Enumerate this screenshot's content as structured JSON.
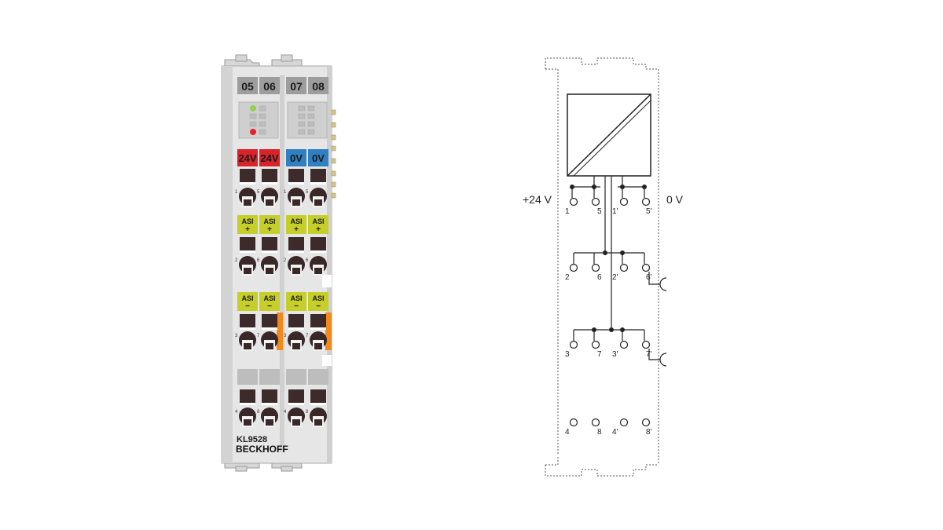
{
  "device": {
    "model": "KL9528",
    "brand": "BECKHOFF",
    "channel_numbers": [
      "05",
      "06",
      "07",
      "08"
    ],
    "power_labels": [
      "24V",
      "24V",
      "0V",
      "0V"
    ],
    "asi_plus_labels": [
      {
        "top": "ASI",
        "sign": "+"
      },
      {
        "top": "ASI",
        "sign": "+"
      },
      {
        "top": "ASI",
        "sign": "+"
      },
      {
        "top": "ASI",
        "sign": "+"
      }
    ],
    "asi_minus_labels": [
      {
        "top": "ASI",
        "sign": "−"
      },
      {
        "top": "ASI",
        "sign": "−"
      },
      {
        "top": "ASI",
        "sign": "−"
      },
      {
        "top": "ASI",
        "sign": "−"
      }
    ],
    "terminal_rows": [
      [
        "1",
        "5",
        "1",
        "5"
      ],
      [
        "2",
        "6",
        "2",
        "6"
      ],
      [
        "3",
        "7",
        "3",
        "7"
      ],
      [
        "4",
        "8",
        "4",
        "8"
      ]
    ],
    "led_colors": {
      "green": "#8fd14f",
      "red": "#e8202a"
    },
    "colors": {
      "red_label": "#d8232a",
      "blue_label": "#2f7fc1",
      "yellow_label": "#c6cf2a",
      "orange_tab": "#f08a1c"
    }
  },
  "schematic": {
    "left_voltage": "+24 V",
    "right_voltage": "0 V",
    "terminal_labels": [
      [
        "1",
        "5",
        "1'",
        "5'"
      ],
      [
        "2",
        "6",
        "2'",
        "6'"
      ],
      [
        "3",
        "7",
        "3'",
        "7'"
      ],
      [
        "4",
        "8",
        "4'",
        "8'"
      ]
    ]
  }
}
